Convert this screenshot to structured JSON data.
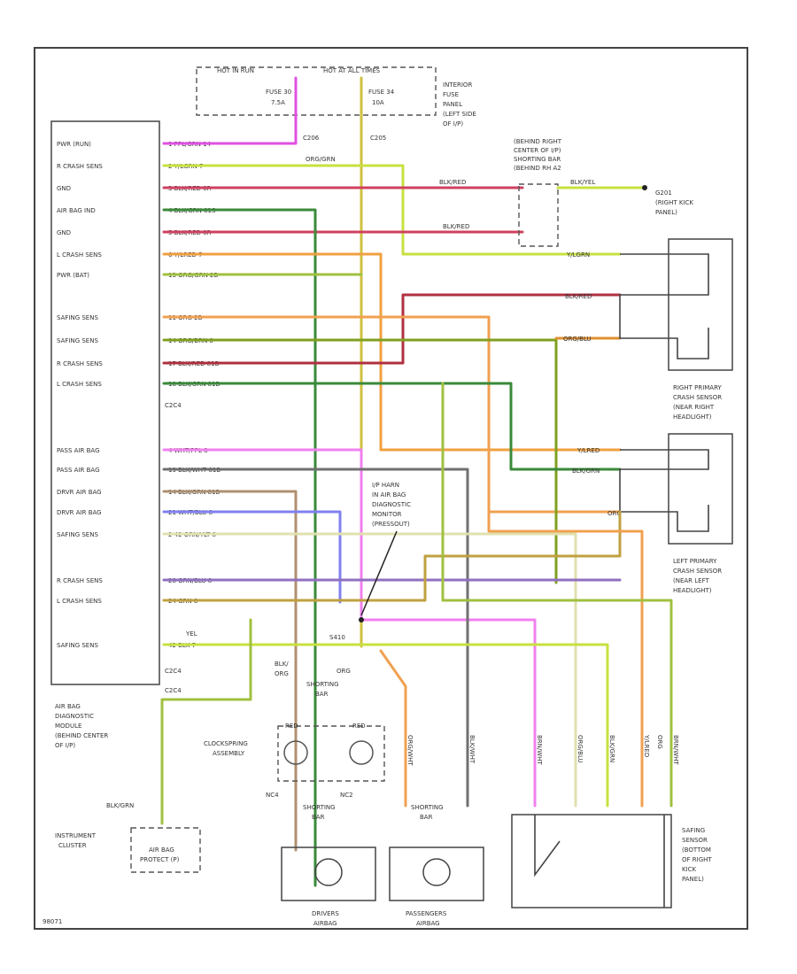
{
  "module": {
    "pins": [
      "PWR (RUN)",
      "R CRASH SENS",
      "GND",
      "AIR BAG IND",
      "GND",
      "L CRASH SENS",
      "PWR (BAT)",
      "SAFING SENS",
      "SAFING SENS",
      "R CRASH SENS",
      "L CRASH SENS",
      "PASS AIR BAG",
      "PASS AIR BAG",
      "DRVR AIR BAG",
      "DRVR AIR BAG",
      "SAFING SENS",
      "R CRASH SENS",
      "L CRASH SENS",
      "SAFING SENS"
    ],
    "label_lines": [
      "AIR BAG",
      "DIAGNOSTIC",
      "MODULE",
      "(BEHIND CENTER",
      "OF I/P)"
    ],
    "connector_labels": [
      "C2C4",
      "C2C4",
      "C2C4"
    ]
  },
  "wires": [
    {
      "label": "1 PPL/GRN 14",
      "color": "#e050e0"
    },
    {
      "label": "2 Y/LGRN 7",
      "color": "#c8e040"
    },
    {
      "label": "3 BLK/RED 8R",
      "color": "#d04060"
    },
    {
      "label": "4 BLK/GRN 81S",
      "color": "#3a8a3a"
    },
    {
      "label": "5 BLK/RED 8R",
      "color": "#d04060"
    },
    {
      "label": "6 Y/LRED 7",
      "color": "#f0a040"
    },
    {
      "label": "13 ORG/GRN 2B",
      "color": "#a0c040"
    },
    {
      "label": "11 ORG 2B",
      "color": "#f0a050"
    },
    {
      "label": "14 ORG/BRN 8",
      "color": "#80a020"
    },
    {
      "label": "17 BLK/RED 81B",
      "color": "#c04060"
    },
    {
      "label": "18 BLK/GRN 81B",
      "color": "#3a8a3a"
    },
    {
      "label": "4 WHT/PPL 8",
      "color": "#f080f0"
    },
    {
      "label": "19 BLK/WHT 81B",
      "color": "#707070"
    },
    {
      "label": "14 BLK/GRN 81B",
      "color": "#b09070"
    },
    {
      "label": "21 WHT/BLU 8",
      "color": "#8080f0"
    },
    {
      "label": "2 42 ORN/YLT 8",
      "color": "#e0e0b0"
    },
    {
      "label": "28 ORN/BLU 8",
      "color": "#9070c0"
    },
    {
      "label": "24 GRN 8",
      "color": "#c0a040"
    },
    {
      "label": "42 BLK 7",
      "color": "#c8e040"
    }
  ],
  "texts": {
    "hot_run": "HOT IN RUN",
    "hot_all": "HOT AT ALL TIMES",
    "fuse_a": "FUSE 30",
    "fuse_a_amp": "7.5A",
    "fuse_b": "FUSE 34",
    "fuse_b_amp": "10A",
    "fuse_panel": [
      "INTERIOR",
      "FUSE",
      "PANEL",
      "(LEFT SIDE",
      "OF I/P)"
    ],
    "c206": "C206",
    "c205": "C205",
    "org_grn": "ORG/GRN",
    "shorting_bar_top": [
      "(BEHIND RIGHT",
      "CENTER OF I/P)",
      "SHORTING BAR",
      "(BEHIND RH A2"
    ],
    "blk_red_1": "BLK/RED",
    "blk_red_2": "BLK/RED",
    "blk_yel": "BLK/YEL",
    "g201": [
      "G201",
      "(RIGHT KICK",
      "PANEL)"
    ],
    "y_lgrn": "Y/LGRN",
    "blk_red_3": "BLK/RED",
    "org_blu": "ORG/BLU",
    "right_sensor": [
      "RIGHT PRIMARY",
      "CRASH SENSOR",
      "(NEAR RIGHT",
      "HEADLIGHT)"
    ],
    "y_lred": "Y/LRED",
    "blk_grn": "BLK/GRN",
    "org": "ORG",
    "left_sensor": [
      "LEFT PRIMARY",
      "CRASH SENSOR",
      "(NEAR LEFT",
      "HEADLIGHT)"
    ],
    "monitor": [
      "I/P HARN",
      "IN AIR BAG",
      "DIAGNOSTIC",
      "MONITOR",
      "(PRESSOUT)"
    ],
    "yel": "YEL",
    "s410": "S410",
    "blk_org": [
      "BLK/",
      "ORG"
    ],
    "org2": "ORG",
    "shorting_bar_a": [
      "SHORTING",
      "BAR"
    ],
    "red": "RED",
    "red2": "RED",
    "clockspring": [
      "CLOCKSPRING",
      "ASSEMBLY"
    ],
    "nc4": "NC4",
    "nc2": "NC2",
    "shorting_bar_b": [
      "SHORTING",
      "BAR"
    ],
    "shorting_bar_c": [
      "SHORTING",
      "BAR"
    ],
    "blk_grn_inst": "BLK/GRN",
    "instrument": [
      "INSTRUMENT",
      "CLUSTER"
    ],
    "airbag_prot": [
      "AIR BAG",
      "PROTECT (P)"
    ],
    "driver_ab": [
      "DRIVERS",
      "AIRBAG"
    ],
    "pass_ab": [
      "PASSENGERS",
      "AIRBAG"
    ],
    "safing": [
      "SAFING",
      "SENSOR",
      "(BOTTOM",
      "OF RIGHT",
      "KICK",
      "PANEL)"
    ],
    "vert_labels": [
      "ORG/WHT",
      "BLK/WHT",
      "BRN/WHT",
      "ORG/BLU",
      "BLK/GRN",
      "Y/LRED",
      "ORG",
      "BRN/WHT"
    ],
    "bottom_code": "98071"
  }
}
